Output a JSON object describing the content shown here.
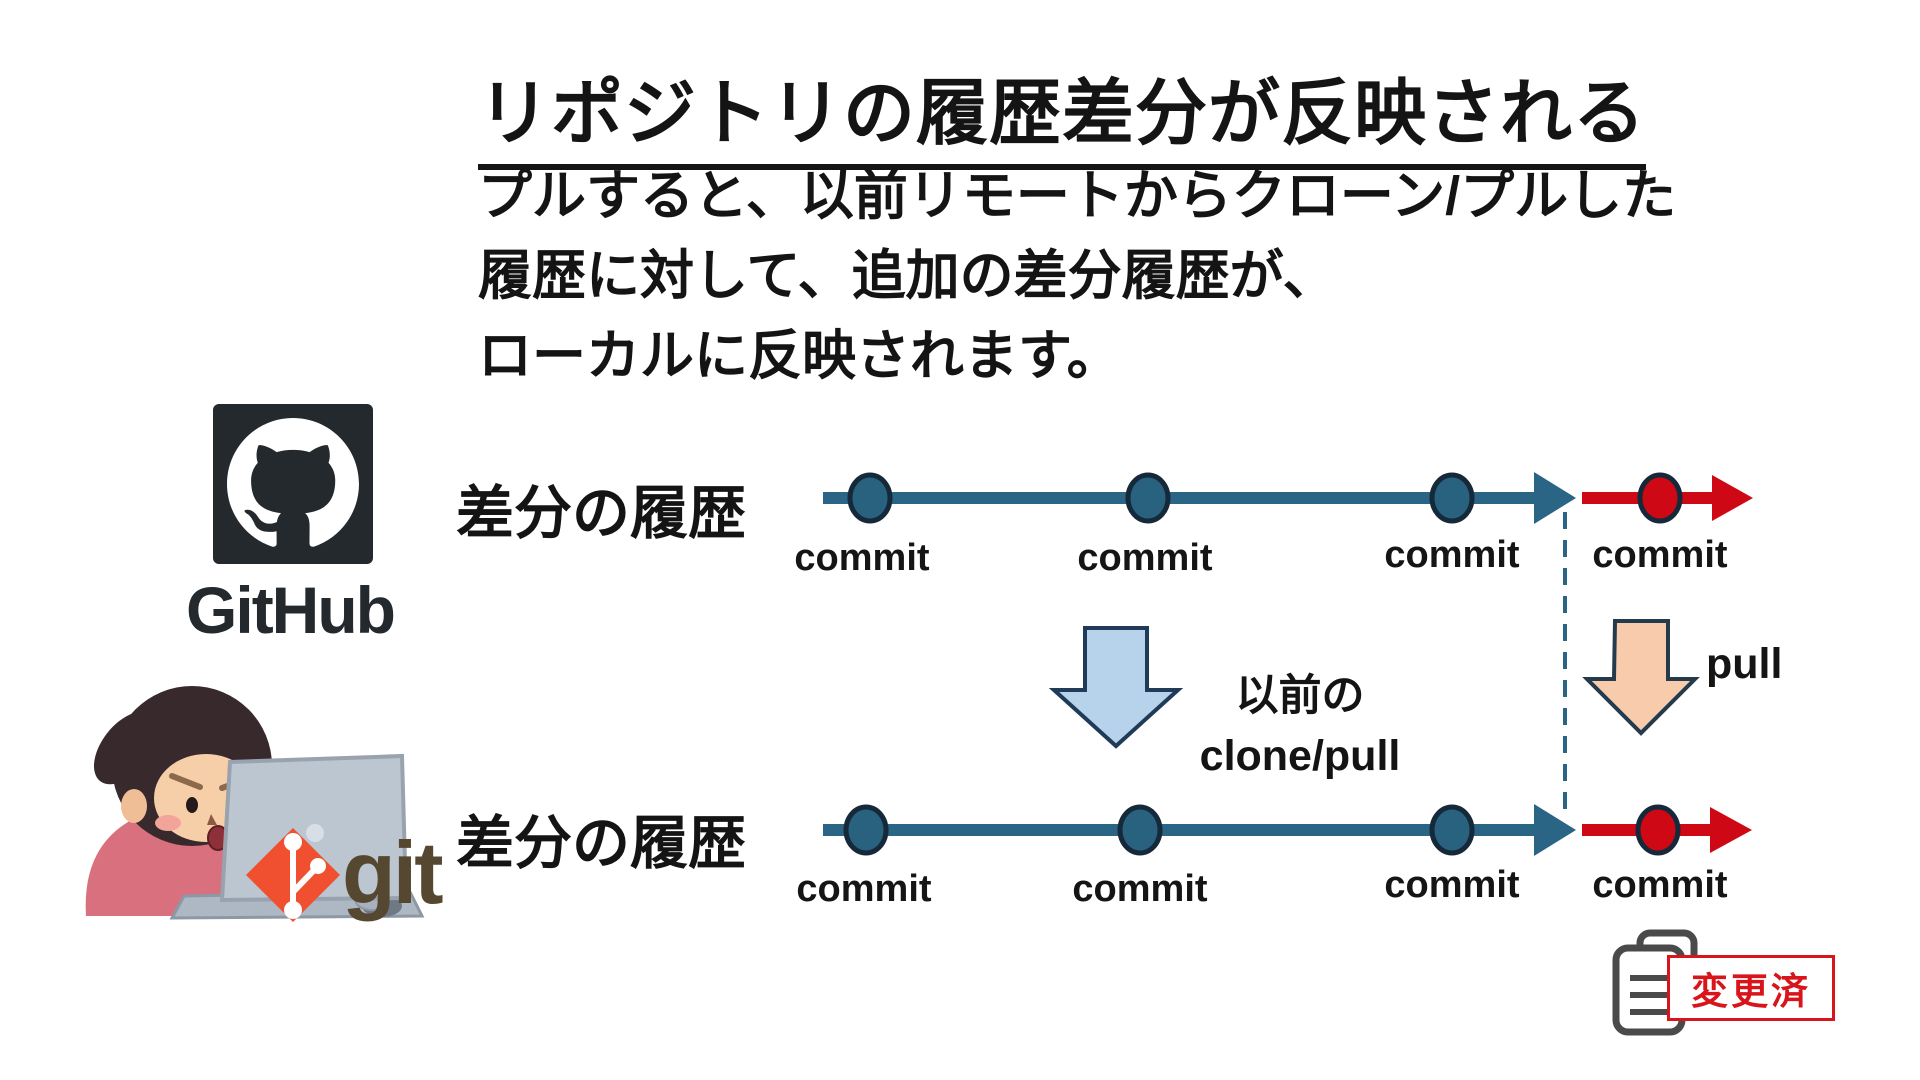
{
  "title": "リポジトリの履歴差分が反映される",
  "subtitle_lines": [
    "プルすると、以前リモートからクローン/プルした",
    "履歴に対して、追加の差分履歴が、",
    "ローカルに反映されます。"
  ],
  "remote": {
    "brand": "GitHub",
    "timeline_label": "差分の履歴",
    "commit_labels": [
      "commit",
      "commit",
      "commit"
    ],
    "new_commit_label": "commit"
  },
  "local": {
    "brand": "git",
    "timeline_label": "差分の履歴",
    "commit_labels": [
      "commit",
      "commit",
      "commit"
    ],
    "new_commit_label": "commit"
  },
  "clone_arrow": {
    "label_line1": "以前の",
    "label_line2": "clone/pull"
  },
  "pull_arrow": {
    "label": "pull"
  },
  "badge": {
    "label": "変更済"
  },
  "icons": {
    "github_logo": "github-octocat-icon",
    "git_logo": "git-diamond-icon",
    "document": "document-icon",
    "clone_arrow": "big-down-arrow-blue",
    "pull_arrow": "big-down-arrow-peach"
  },
  "colors": {
    "timeline_teal": "#2A6586",
    "commit_node_fill": "#29627F",
    "node_outline": "#16293A",
    "new_commit_red": "#CE0814",
    "clone_arrow_fill": "#B7D3EC",
    "clone_arrow_outline": "#1F3B57",
    "pull_arrow_fill": "#F8CBAD",
    "pull_arrow_outline": "#233B4D",
    "badge_red": "#D8151B",
    "github_dark": "#24292E",
    "git_orange": "#F0502F",
    "git_wordmark": "#564830",
    "document_gray": "#4A4A4A"
  }
}
